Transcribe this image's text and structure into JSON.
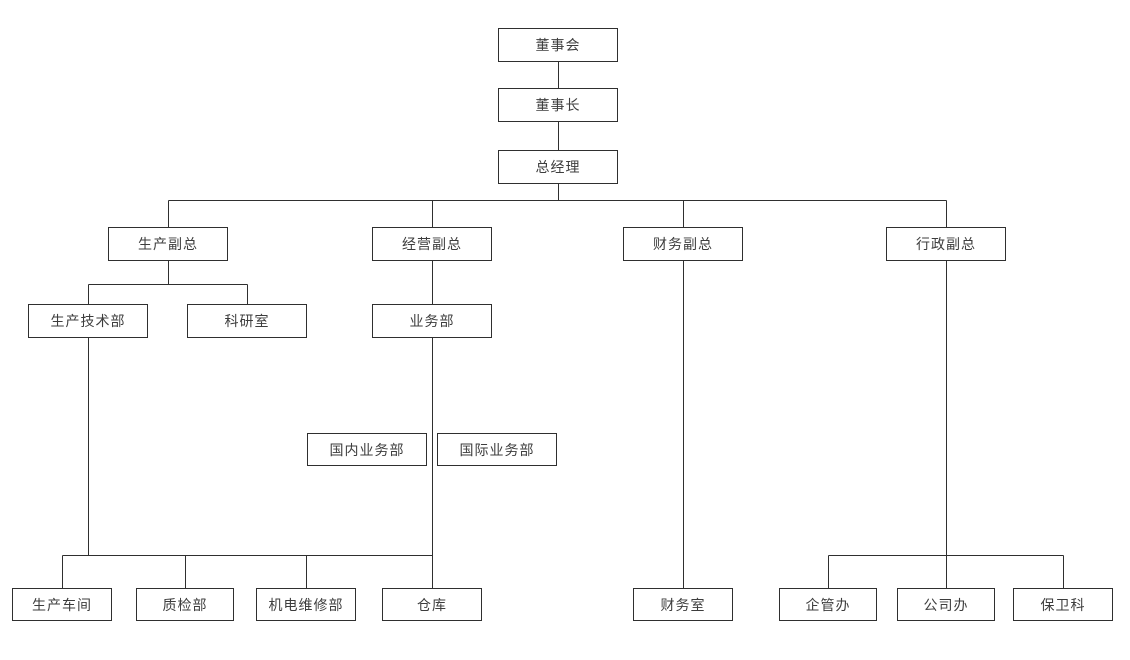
{
  "diagram": {
    "type": "org-chart",
    "colors": {
      "background": "#ffffff",
      "box_fill": "#ffffff",
      "box_border": "#2f2f2f",
      "line": "#2f2f2f",
      "text": "#3d3d3d"
    },
    "nodes": [
      {
        "id": "board",
        "label": "董事会",
        "reports_to": []
      },
      {
        "id": "chairman",
        "label": "董事长",
        "reports_to": [
          "board"
        ]
      },
      {
        "id": "general-manager",
        "label": "总经理",
        "reports_to": [
          "chairman"
        ]
      },
      {
        "id": "vp-production",
        "label": "生产副总",
        "reports_to": [
          "general-manager"
        ]
      },
      {
        "id": "vp-operations",
        "label": "经营副总",
        "reports_to": [
          "general-manager"
        ]
      },
      {
        "id": "vp-finance",
        "label": "财务副总",
        "reports_to": [
          "general-manager"
        ]
      },
      {
        "id": "vp-admin",
        "label": "行政副总",
        "reports_to": [
          "general-manager"
        ]
      },
      {
        "id": "production-tech-dept",
        "label": "生产技术部",
        "reports_to": [
          "vp-production"
        ]
      },
      {
        "id": "research-office",
        "label": "科研室",
        "reports_to": [
          "vp-production"
        ]
      },
      {
        "id": "business-dept",
        "label": "业务部",
        "reports_to": [
          "vp-operations"
        ]
      },
      {
        "id": "domestic-business-dept",
        "label": "国内业务部",
        "reports_to": [
          "business-dept"
        ]
      },
      {
        "id": "international-business-dept",
        "label": "国际业务部",
        "reports_to": [
          "business-dept"
        ]
      },
      {
        "id": "production-workshop",
        "label": "生产车间",
        "reports_to": [
          "production-tech-dept",
          "business-dept"
        ]
      },
      {
        "id": "quality-inspection-dept",
        "label": "质检部",
        "reports_to": [
          "production-tech-dept",
          "business-dept"
        ]
      },
      {
        "id": "mech-elec-maintenance-dept",
        "label": "机电维修部",
        "reports_to": [
          "production-tech-dept",
          "business-dept"
        ]
      },
      {
        "id": "warehouse",
        "label": "仓库",
        "reports_to": [
          "production-tech-dept",
          "business-dept"
        ]
      },
      {
        "id": "finance-office",
        "label": "财务室",
        "reports_to": [
          "vp-finance"
        ]
      },
      {
        "id": "enterprise-mgmt-office",
        "label": "企管办",
        "reports_to": [
          "vp-admin"
        ]
      },
      {
        "id": "company-office",
        "label": "公司办",
        "reports_to": [
          "vp-admin"
        ]
      },
      {
        "id": "security-section",
        "label": "保卫科",
        "reports_to": [
          "vp-admin"
        ]
      }
    ]
  }
}
